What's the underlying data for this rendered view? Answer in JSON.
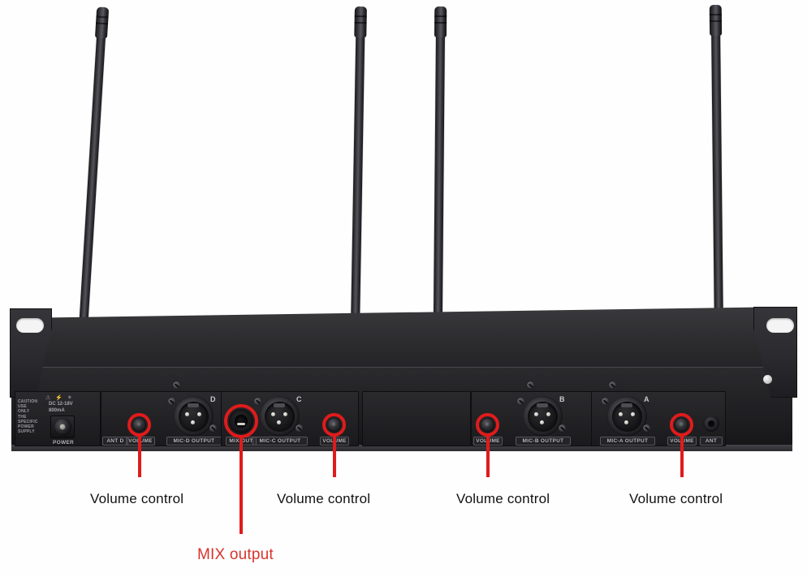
{
  "product": {
    "type": "4-channel wireless microphone receiver rear panel",
    "antenna_count": 4
  },
  "panel": {
    "power_section": {
      "caution_lines": [
        "CAUTION",
        "USE",
        "ONLY",
        "THE",
        "SPECIFIC",
        "POWER",
        "SUPPLY"
      ],
      "warning_symbols": "⚠ ⚡ ✶",
      "dc_spec_line1": "DC 12-18V",
      "dc_spec_line2": "800mA",
      "power_label": "POWER"
    },
    "channels": [
      {
        "id": "D",
        "antenna_label": "ANT D",
        "volume_label": "VOLUME",
        "output_label": "MIC-D OUTPUT",
        "connector_letter": "D"
      },
      {
        "id": "C",
        "mix_label": "MIX OUT",
        "volume_label": "VOLUME",
        "output_label": "MIC-C OUTPUT",
        "connector_letter": "C"
      },
      {
        "id": "B",
        "volume_label": "VOLUME",
        "output_label": "MIC-B OUTPUT",
        "connector_letter": "B"
      },
      {
        "id": "A",
        "volume_label": "VOLUME",
        "output_label": "MIC-A OUTPUT",
        "connector_letter": "A",
        "antenna_label": "ANT"
      }
    ]
  },
  "annotations": {
    "accent_color": "#e01b1b",
    "mix_text_color": "#d8322c",
    "label_color": "#111111",
    "callouts": [
      {
        "text": "Volume control",
        "target": "volume-knob-d"
      },
      {
        "text": "MIX output",
        "target": "mix-output-jack"
      },
      {
        "text": "Volume control",
        "target": "volume-knob-c"
      },
      {
        "text": "Volume control",
        "target": "volume-knob-b"
      },
      {
        "text": "Volume control",
        "target": "volume-knob-a"
      }
    ]
  }
}
